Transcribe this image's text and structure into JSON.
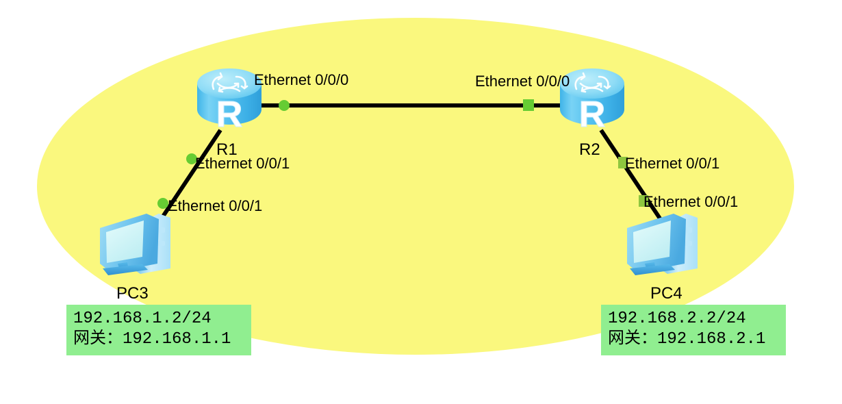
{
  "diagram": {
    "title": "Network topology with two routers and two PCs",
    "background_color": "#ffffff",
    "cloud_color": "#faf87e",
    "link_color": "#000000",
    "connector_color": "#66cc33",
    "info_box_color": "#90ee90"
  },
  "routers": [
    {
      "id": "r1",
      "name": "R1",
      "glyph": "R",
      "interfaces": {
        "uplink": "Ethernet 0/0/0",
        "downlink": "Ethernet 0/0/1"
      }
    },
    {
      "id": "r2",
      "name": "R2",
      "glyph": "R",
      "interfaces": {
        "uplink": "Ethernet 0/0/0",
        "downlink": "Ethernet 0/0/1"
      }
    }
  ],
  "hosts": [
    {
      "id": "pc3",
      "name": "PC3",
      "interface": "Ethernet 0/0/1",
      "ip": "192.168.1.2/24",
      "gateway": "网关：192.168.1.1"
    },
    {
      "id": "pc4",
      "name": "PC4",
      "interface": "Ethernet 0/0/1",
      "ip": "192.168.2.2/24",
      "gateway": "网关：192.168.2.1"
    }
  ],
  "links": [
    {
      "id": "r1-r2",
      "from": "R1",
      "to": "R2",
      "from_iface": "Ethernet 0/0/0",
      "to_iface": "Ethernet 0/0/0"
    },
    {
      "id": "r1-pc3",
      "from": "R1",
      "to": "PC3",
      "from_iface": "Ethernet 0/0/1",
      "to_iface": "Ethernet 0/0/1"
    },
    {
      "id": "r2-pc4",
      "from": "R2",
      "to": "PC4",
      "from_iface": "Ethernet 0/0/1",
      "to_iface": "Ethernet 0/0/1"
    }
  ]
}
